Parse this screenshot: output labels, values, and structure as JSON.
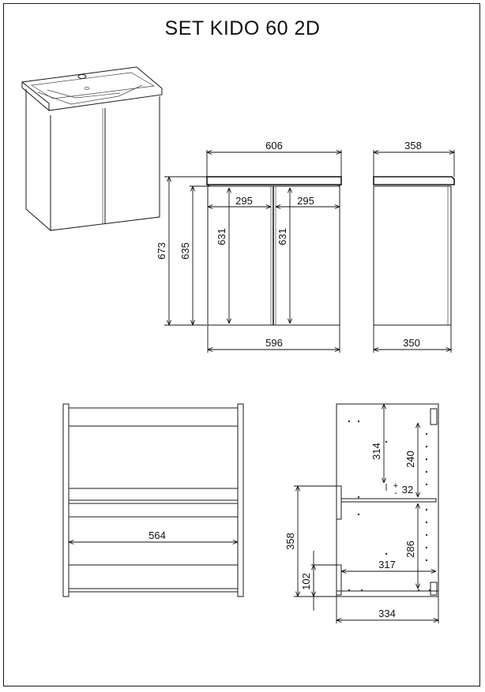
{
  "title": "SET KIDO 60 2D",
  "dimensions": {
    "front_total_width": "606",
    "front_door_left": "295",
    "front_door_right": "295",
    "front_total_height": "673",
    "front_body_height": "635",
    "front_door_height_left": "631",
    "front_door_height_right": "631",
    "front_body_width": "596",
    "side_top_depth": "358",
    "side_body_depth": "350",
    "inner_width": "564",
    "section_upper": "314",
    "section_upper_right": "240",
    "section_adjust": "32",
    "section_adjust_plus": "+",
    "section_adjust_minus": "-",
    "section_lower_total": "358",
    "section_lower_right": "286",
    "section_shelf_depth": "317",
    "section_bottom": "102",
    "section_depth": "334"
  },
  "colors": {
    "line": "#1a1a1a",
    "background": "#ffffff"
  }
}
